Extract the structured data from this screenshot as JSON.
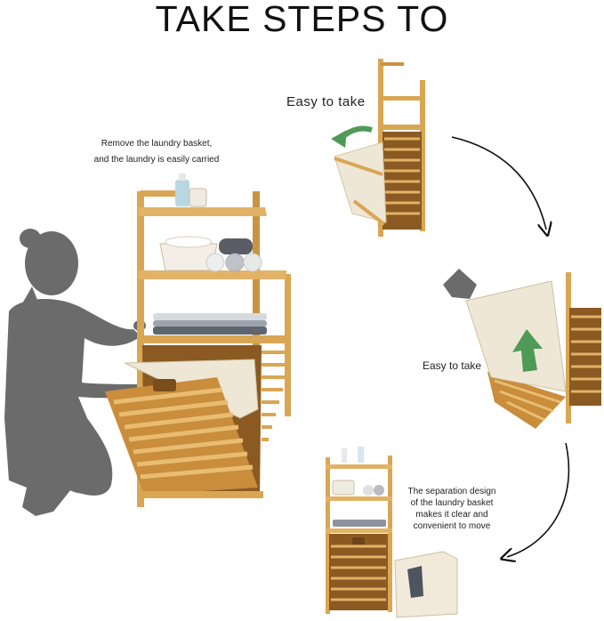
{
  "header": {
    "title": "TAKE STEPS TO"
  },
  "captions": {
    "main_line1": "Remove the laundry basket,",
    "main_line2": "and the laundry is easily carried",
    "step1": "Easy to take",
    "step2": "Easy to take",
    "step3_line1": "The separation design",
    "step3_line2": "of the laundry basket",
    "step3_line3": "makes it clear and",
    "step3_line4": "convenient to move"
  },
  "colors": {
    "bamboo": "#d9a654",
    "bamboo_dark": "#b97f2c",
    "canvas": "#efe7d6",
    "silhouette": "#6b6b6b",
    "green_arrow": "#4f9a56",
    "arrow": "#111111"
  }
}
